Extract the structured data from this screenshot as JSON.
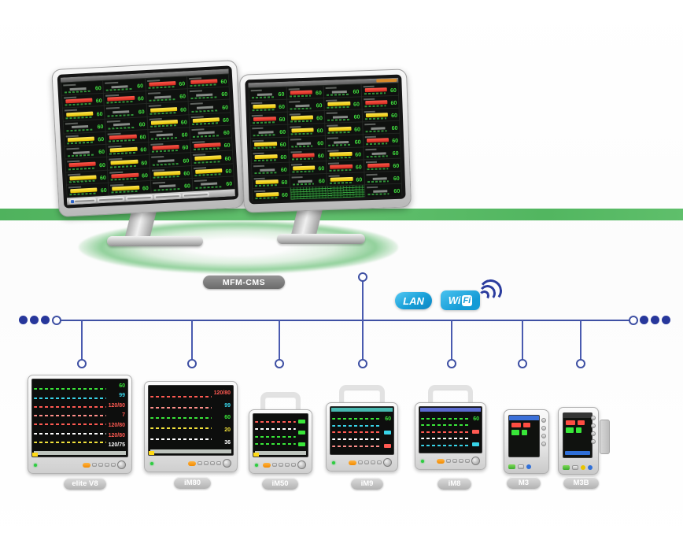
{
  "badge": {
    "label": "MFM-CMS"
  },
  "connectivity": {
    "lan": "LAN",
    "wifi_wi": "Wi",
    "wifi_fi": "Fi"
  },
  "colors": {
    "network_line": "#3e50a3",
    "network_dot": "#27379b",
    "green_band": "#57b963",
    "lan_blue": "#189fd8",
    "alarm_red": "#e8392f",
    "alarm_yellow": "#f5d312",
    "tile_green": "#41e33f"
  },
  "cms": {
    "tile_value": "60",
    "screens": [
      {
        "name": "left-display",
        "title_accent": false,
        "rows": [
          "t t r r",
          "r r t t",
          "y t y t",
          "t t y y",
          "y r t t",
          "t y r r",
          "r y t y",
          "y r y y",
          "y y t t"
        ]
      },
      {
        "name": "right-display",
        "title_accent": true,
        "rows": [
          "t r t r",
          "y t y r",
          "r y t y",
          "t y y t",
          "y t t r",
          "y r y t",
          "t y r r",
          "y t y t",
          "y G G t"
        ]
      }
    ],
    "taskbar_buttons": 5
  },
  "devices": [
    {
      "id": "dev-elite-v8",
      "label": "elite V8",
      "kind": "bedside",
      "handle": false,
      "menubar": true,
      "waves": [
        "#39e639",
        "#38d4e8",
        "#ff5a52",
        "#ff8f8a",
        "#ff5a52",
        "#ffffff",
        "#f2e23a"
      ],
      "values": [
        {
          "t": "60",
          "c": "#39e639"
        },
        {
          "t": "99",
          "c": "#38d4e8"
        },
        {
          "t": "120/80",
          "c": "#ff5a52"
        },
        {
          "t": "7",
          "c": "#ff5a52"
        },
        {
          "t": "120/80",
          "c": "#ff5a52"
        },
        {
          "t": "120/80",
          "c": "#ff5a52"
        },
        {
          "t": "120/75",
          "c": "#ffffff"
        }
      ]
    },
    {
      "id": "dev-im80",
      "label": "iM80",
      "kind": "bedside",
      "handle": false,
      "menubar": true,
      "waves": [
        "#ff5a52",
        "#ff8f8a",
        "#39e639",
        "#f2e23a",
        "#ffffff"
      ],
      "values": [
        {
          "t": "120/80",
          "c": "#ff5a52"
        },
        {
          "t": "99",
          "c": "#38d4e8"
        },
        {
          "t": "60",
          "c": "#39e639"
        },
        {
          "t": "20",
          "c": "#f2e23a"
        },
        {
          "t": "36",
          "c": "#ffffff"
        }
      ]
    },
    {
      "id": "dev-im50",
      "label": "iM50",
      "kind": "bedside",
      "handle": true,
      "menubar": true,
      "waves": [
        "#ff5a52",
        "#ffffff",
        "#39e639",
        "#39e639"
      ],
      "values": [
        {
          "b": "#39e639"
        },
        {
          "b": "#39e639"
        },
        {
          "b": "#39e639"
        }
      ]
    },
    {
      "id": "dev-im9",
      "label": "iM9",
      "kind": "bedside",
      "handle": true,
      "menubar": false,
      "header": "#48b8b0",
      "waves": [
        "#39e639",
        "#38d4e8",
        "#ff5a52",
        "#ffffff",
        "#ff8f8a"
      ],
      "values": [
        {
          "t": "60",
          "c": "#39e639"
        },
        {
          "b": "#38d4e8"
        },
        {
          "b": "#ff5a52"
        }
      ]
    },
    {
      "id": "dev-im8",
      "label": "iM8",
      "kind": "bedside",
      "handle": true,
      "menubar": false,
      "header": "#5b6bd0",
      "waves": [
        "#39e639",
        "#39e639",
        "#ff5a52",
        "#ffffff",
        "#38d4e8"
      ],
      "values": [
        {
          "t": "60",
          "c": "#39e639"
        },
        {
          "b": "#ff5a52"
        },
        {
          "b": "#38d4e8"
        }
      ]
    },
    {
      "id": "dev-m3",
      "label": "M3",
      "kind": "vitals",
      "header": "#3a6fd8",
      "module": false,
      "bluebar": false
    },
    {
      "id": "dev-m3b",
      "label": "M3B",
      "kind": "vitals",
      "header": "#343434",
      "module": true,
      "bluebar": true
    }
  ]
}
